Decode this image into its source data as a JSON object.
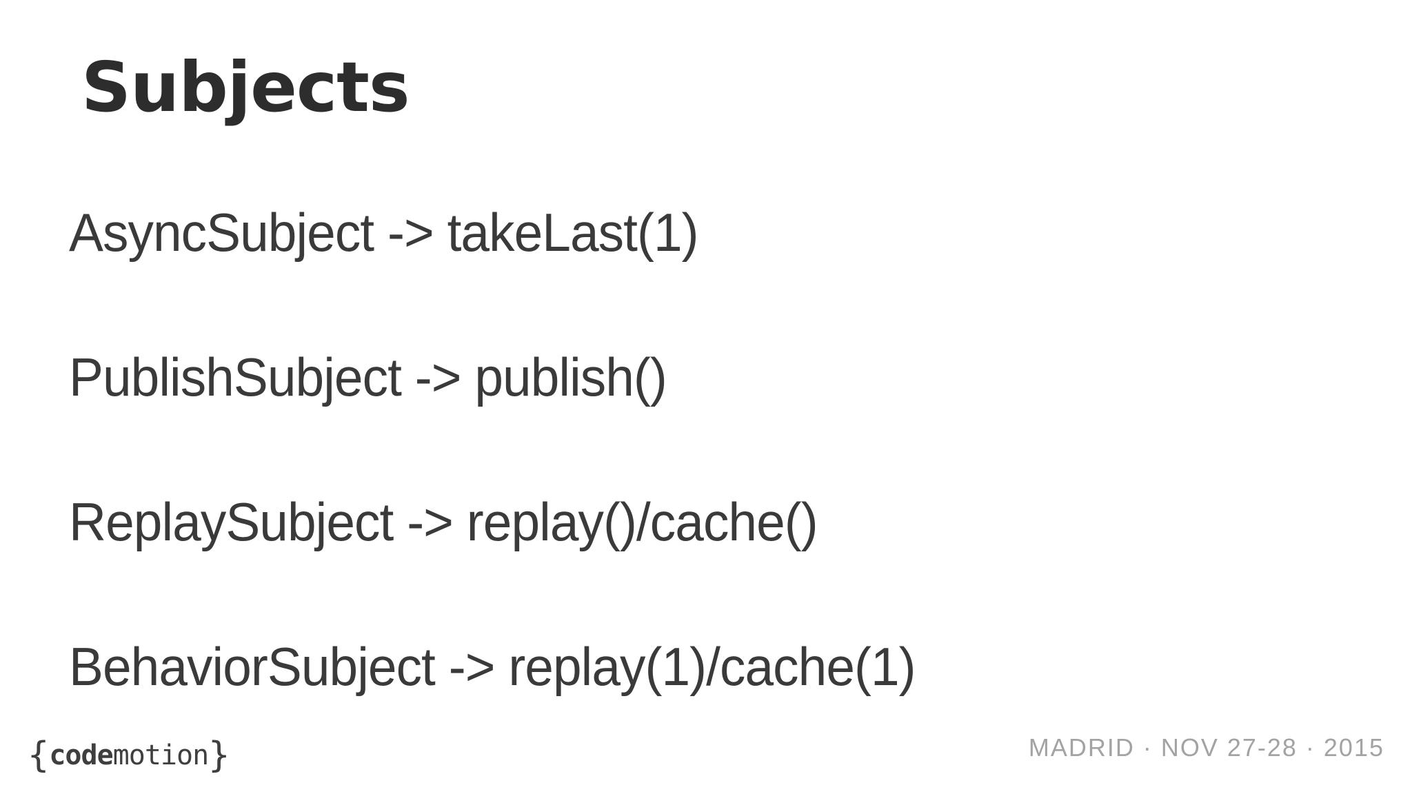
{
  "slide": {
    "title": "Subjects",
    "lines": [
      "AsyncSubject -> takeLast(1)",
      "PublishSubject -> publish()",
      "ReplaySubject -> replay()/cache()",
      "BehaviorSubject -> replay(1)/cache(1)"
    ]
  },
  "footer": {
    "logo": {
      "brace_open": "{",
      "cod": "cod",
      "e": "e",
      "motion": "motion",
      "brace_close": "}"
    },
    "event_info": "MADRID · NOV 27-28 · 2015"
  },
  "colors": {
    "background": "#ffffff",
    "title_text": "#2d2d2d",
    "body_text": "#3a3a3a",
    "logo_text": "#3f3f3f",
    "footer_muted": "#a3a3a3"
  }
}
